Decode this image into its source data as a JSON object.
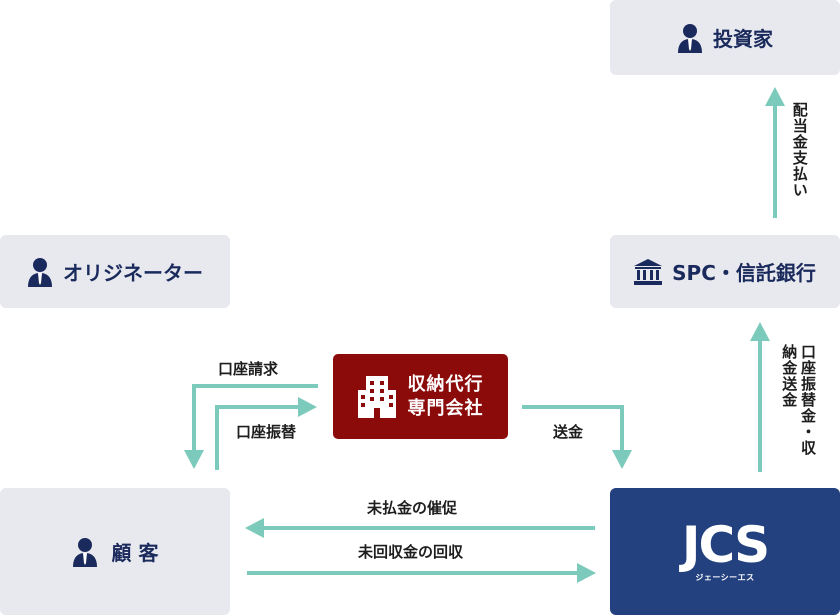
{
  "nodes": {
    "investor": "投資家",
    "originator": "オリジネーター",
    "spc": "SPC・信託銀行",
    "agency_line1": "収納代行",
    "agency_line2": "専門会社",
    "customer": "顧 客",
    "jcs_logo": "JCS",
    "jcs_sub": "ジェーシーエス"
  },
  "flows": {
    "dividend": "配当金支払い",
    "account_request": "口座請求",
    "account_transfer": "口座振替",
    "remit": "送金",
    "transfer_collection": "口座振替金・収納金送金",
    "unpaid_reminder": "未払金の催促",
    "unpaid_collection": "未回収金の回収"
  },
  "colors": {
    "gray_box": "#e8e9ee",
    "navy_text": "#1a2a5c",
    "agency_red": "#8b0a0a",
    "jcs_navy": "#23417f",
    "arrow_teal": "#7ccabb"
  },
  "icons": {
    "person": "person-icon",
    "bank": "bank-icon",
    "building": "building-icon"
  }
}
